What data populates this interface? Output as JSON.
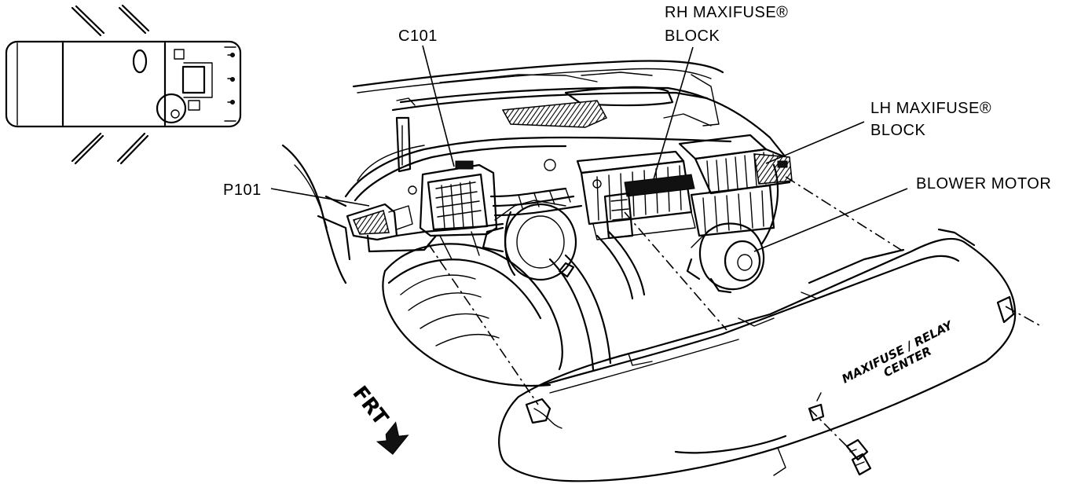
{
  "diagram": {
    "labels": {
      "c101": "C101",
      "rh_line1": "RH MAXIFUSE®",
      "rh_line2": "BLOCK",
      "lh_line1": "LH MAXIFUSE®",
      "lh_line2": "BLOCK",
      "blower": "BLOWER MOTOR",
      "p101": "P101",
      "frt": "FRT",
      "cover_line1": "MAXIFUSE / RELAY",
      "cover_line2": "CENTER"
    },
    "icons": {
      "locator": "vehicle-top-view-icon",
      "front_arrow": "arrow-down-right-icon"
    }
  }
}
